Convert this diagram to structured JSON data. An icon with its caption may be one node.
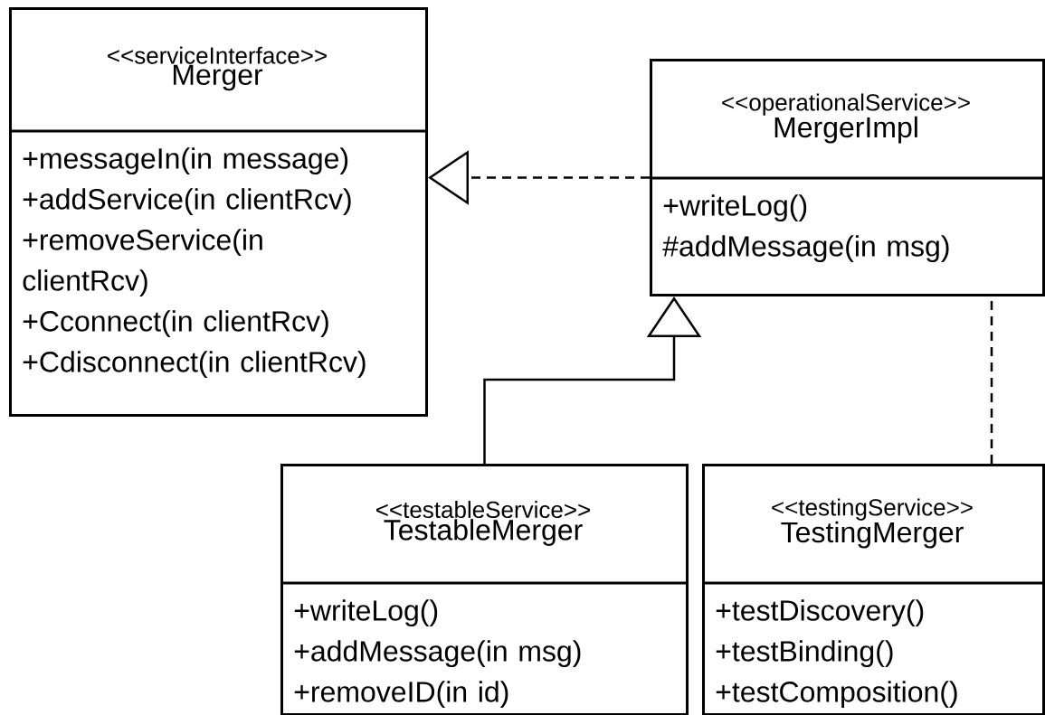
{
  "diagram": {
    "nodes": [
      {
        "text": [
          "<<serviceInterface>>",
          "Merger",
          "+messageIn(in message)",
          "+addService(in clientRcv)",
          "+removeService(in clientRcv)",
          "+Cconnect(in clientRcv)",
          "+Cdisconnect(in clientRcv)"
        ]
      },
      {
        "text": [
          "<<operationalService>>",
          "MergerImpl",
          "+writeLog()",
          "#addMessage(in msg)"
        ]
      },
      {
        "text": [
          "<<testableService>>",
          "TestableMerger",
          "+writeLog()",
          "+addMessage(in msg)",
          "+removeID(in id)"
        ]
      },
      {
        "text": [
          "<<testingService>>",
          "TestingMerger",
          "+testDiscovery()",
          "+testBinding()",
          "+testComposition()"
        ]
      }
    ],
    "edges": [
      {
        "from": 1,
        "to": 0,
        "arrow": "to",
        "style": "dashed"
      },
      {
        "from": 2,
        "to": 1,
        "arrow": "to"
      },
      {
        "from": 3,
        "to": 1,
        "arrow": "none",
        "style": "dashed"
      }
    ]
  }
}
